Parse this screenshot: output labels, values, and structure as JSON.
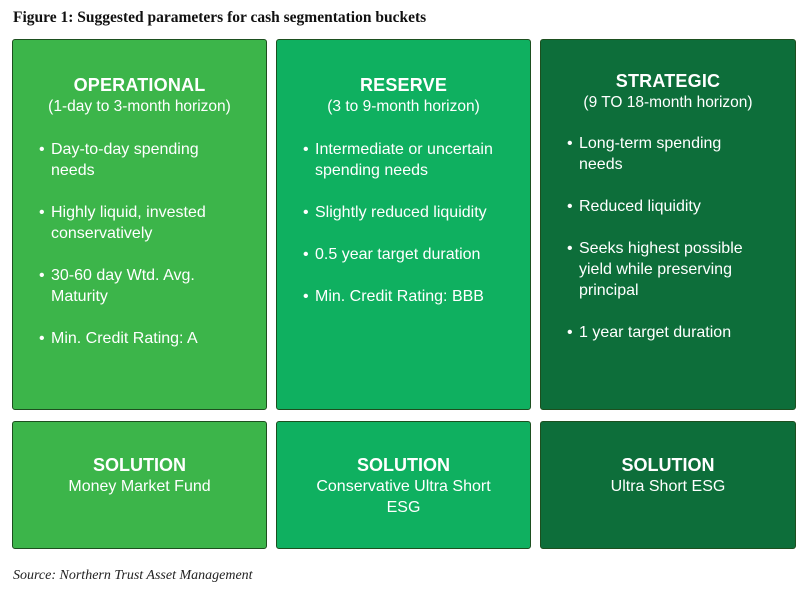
{
  "figure": {
    "title": "Figure 1: Suggested parameters for cash segmentation buckets",
    "source": "Source: Northern Trust Asset Management"
  },
  "colors": {
    "operational": "#3cb54a",
    "reserve": "#0fb060",
    "strategic": "#0d6e3a",
    "border": "#1d4f1f"
  },
  "buckets": [
    {
      "heading": "OPERATIONAL",
      "horizon": "(1-day to 3-month horizon)",
      "bullets": [
        "Day-to-day spending needs",
        "Highly liquid, invested conservatively",
        "30-60 day Wtd. Avg. Maturity",
        "Min. Credit Rating: A"
      ],
      "solution_heading": "SOLUTION",
      "solution": "Money Market Fund"
    },
    {
      "heading": "RESERVE",
      "horizon": "(3 to 9-month horizon)",
      "bullets": [
        "Intermediate or uncertain spending needs",
        "Slightly reduced liquidity",
        "0.5 year target duration",
        "Min. Credit Rating: BBB"
      ],
      "solution_heading": "SOLUTION",
      "solution": "Conservative Ultra Short ESG"
    },
    {
      "heading": "STRATEGIC",
      "horizon": "(9 TO 18-month horizon)",
      "bullets": [
        "Long-term spending needs",
        "Reduced liquidity",
        "Seeks highest possible yield while preserving principal",
        "1 year target duration"
      ],
      "solution_heading": "SOLUTION",
      "solution": "Ultra Short ESG"
    }
  ]
}
